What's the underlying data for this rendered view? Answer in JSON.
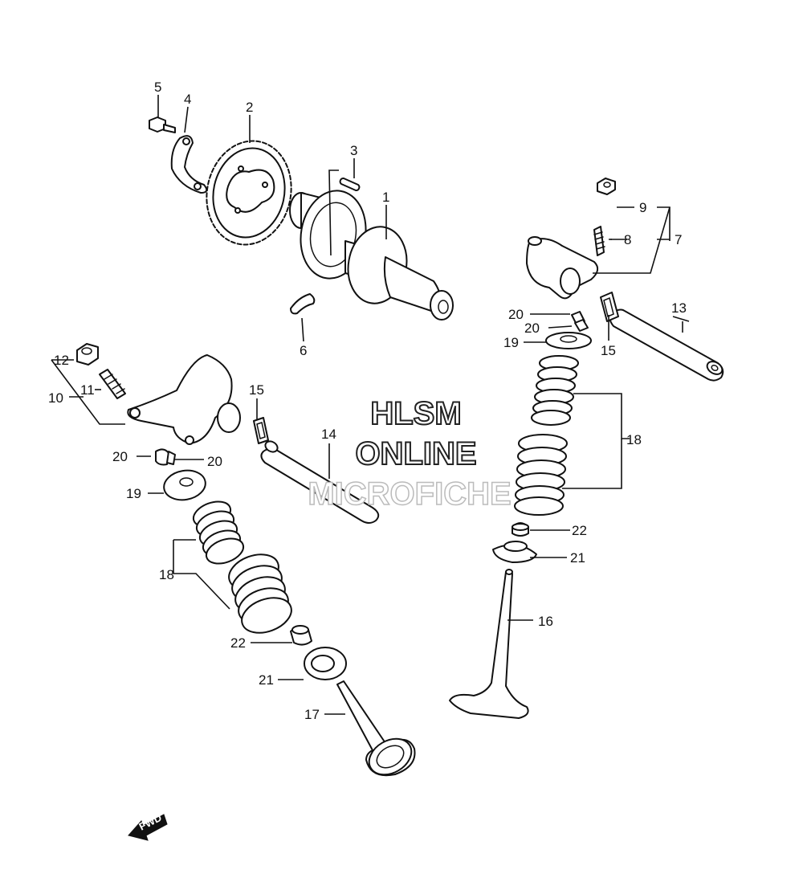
{
  "watermark": {
    "line1": "HLSM",
    "line2": "ONLINE",
    "line3": "MICROFICHE"
  },
  "direction_badge": {
    "label": "FWD",
    "icon": "forward-arrow-icon"
  },
  "callouts": {
    "c1": "1",
    "c2": "2",
    "c3": "3",
    "c4": "4",
    "c5": "5",
    "c6": "6",
    "c7": "7",
    "c8": "8",
    "c9": "9",
    "c10": "10",
    "c11": "11",
    "c12": "12",
    "c13": "13",
    "c14": "14",
    "c15a": "15",
    "c15b": "15",
    "c16": "16",
    "c17": "17",
    "c18a": "18",
    "c18b": "18",
    "c19a": "19",
    "c19b": "19",
    "c20a": "20",
    "c20b": "20",
    "c20c": "20",
    "c20d": "20",
    "c21a": "21",
    "c21b": "21",
    "c22a": "22",
    "c22b": "22"
  },
  "colors": {
    "line": "#111111",
    "background": "#ffffff",
    "watermark_outline": "#222222"
  }
}
